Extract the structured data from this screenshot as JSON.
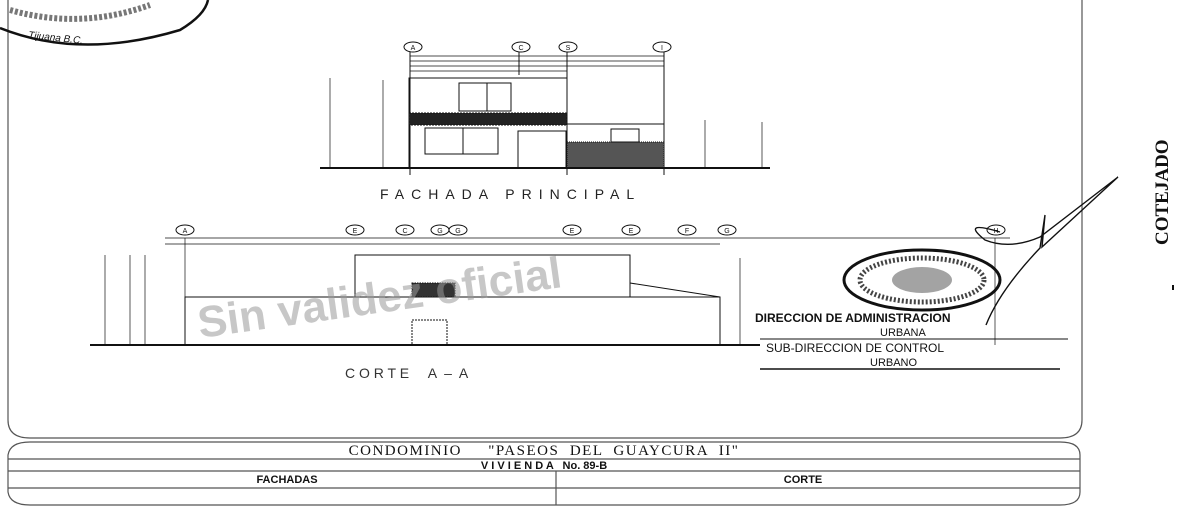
{
  "seal_top": {
    "text": "Tijuana B.C."
  },
  "elevation": {
    "title": "FACHADA PRINCIPAL",
    "axes": [
      "A",
      "C",
      "S",
      "I"
    ]
  },
  "section": {
    "title": "CORTE A-A",
    "title_display": "C O R T E     A  –  A",
    "axes": [
      "A",
      "E",
      "C",
      "G",
      "G",
      "E",
      "E",
      "F",
      "G",
      "H"
    ]
  },
  "watermark": "Sin validez oficial",
  "stamp": {
    "line1": "DIRECCION DE ADMINISTRACION",
    "line2": "URBANA",
    "line3": "SUB-DIRECCION DE CONTROL",
    "line4": "URBANO"
  },
  "side_stamp": "COTEJADO",
  "title_block": {
    "project": "CONDOMINIO     \"PASEOS  DEL  GUAYCURA  II\"",
    "unit": "V I V I E N D A   No. 89-B",
    "col_left": "FACHADAS",
    "col_right": "CORTE"
  }
}
